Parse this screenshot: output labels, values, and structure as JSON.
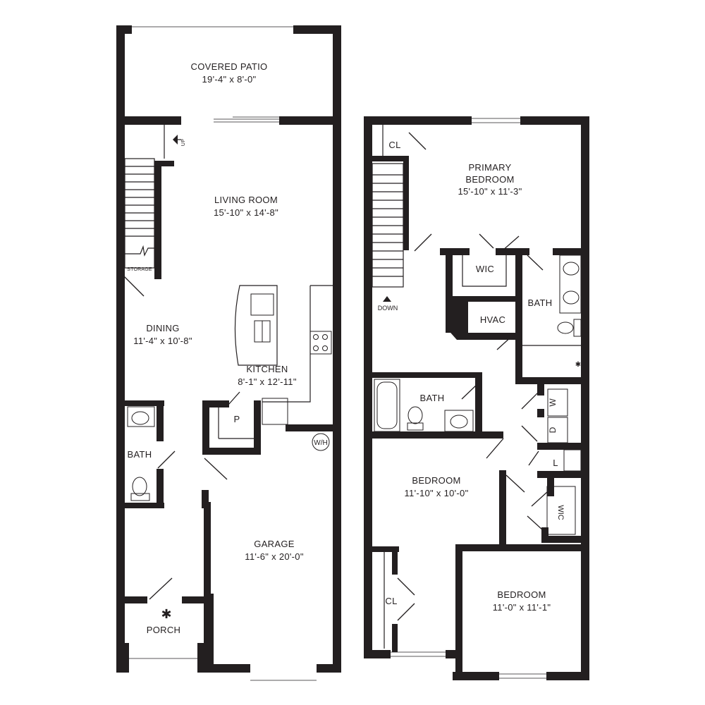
{
  "first_floor": {
    "covered_patio": {
      "name": "COVERED PATIO",
      "size": "19'-4\" x 8'-0\""
    },
    "living_room": {
      "name": "LIVING ROOM",
      "size": "15'-10\" x 14'-8\""
    },
    "dining": {
      "name": "DINING",
      "size": "11'-4\" x 10'-8\""
    },
    "kitchen": {
      "name": "KITCHEN",
      "size": "8'-1\" x 12'-11\""
    },
    "pantry": "P",
    "water_heater": "W/H",
    "bath": "BATH",
    "storage": "STORAGE",
    "stair_label": "UP",
    "garage": {
      "name": "GARAGE",
      "size": "11'-6\" x 20'-0\""
    },
    "porch": "PORCH"
  },
  "second_floor": {
    "closet_top": "CL",
    "primary_bedroom": {
      "name_line1": "PRIMARY",
      "name_line2": "BEDROOM",
      "size": "15'-10\" x 11'-3\""
    },
    "wic_primary": "WIC",
    "primary_bath": "BATH",
    "hvac": "HVAC",
    "stair_label": "DOWN",
    "hall_bath": "BATH",
    "washer": "W",
    "dryer": "D",
    "linen": "L",
    "bedroom_2": {
      "name": "BEDROOM",
      "size": "11'-10\" x 10'-0\""
    },
    "wic_bedroom": "WIC",
    "closet_bottom": "CL",
    "bedroom_3": {
      "name": "BEDROOM",
      "size": "11'-0\" x 11'-1\""
    }
  },
  "colors": {
    "wall": "#231f20",
    "background": "#ffffff"
  }
}
